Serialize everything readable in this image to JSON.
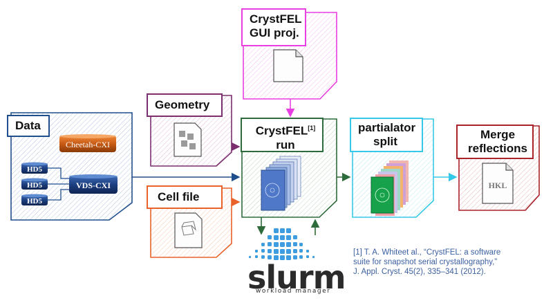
{
  "boxes": {
    "data": {
      "label": "Data",
      "color": "#1f4e8c"
    },
    "cheetah": {
      "label": "Cheetah-CXI"
    },
    "hd5": [
      "HD5",
      "HD5",
      "HD5"
    ],
    "vds": {
      "label": "VDS-CXI"
    },
    "gui": {
      "label_line1": "CrystFEL",
      "label_line2": "GUI proj.",
      "color": "#e83fe0"
    },
    "geometry": {
      "label": "Geometry",
      "color": "#7a2e6e"
    },
    "crystfel": {
      "label_main": "CrystFEL",
      "label_sup": "[1]",
      "label_line2": "run",
      "color": "#2e6b3a"
    },
    "cellfile": {
      "label": "Cell file",
      "color": "#e8622a"
    },
    "partialator": {
      "label_line1": "partialator",
      "label_line2": "split",
      "color": "#36c8e8"
    },
    "merge": {
      "label_line1": "Merge",
      "label_line2": "reflections",
      "color": "#a8242a"
    },
    "hkl": {
      "label": "HKL"
    }
  },
  "slurm": {
    "word": "slurm",
    "subtitle": "workload manager"
  },
  "reference": {
    "line1": "[1] T. A. Whiteet al., “CrystFEL: a software",
    "line2": "suite for snapshot serial crystallography,”",
    "line3": "J. Appl. Cryst. 45(2), 335–341 (2012)."
  }
}
